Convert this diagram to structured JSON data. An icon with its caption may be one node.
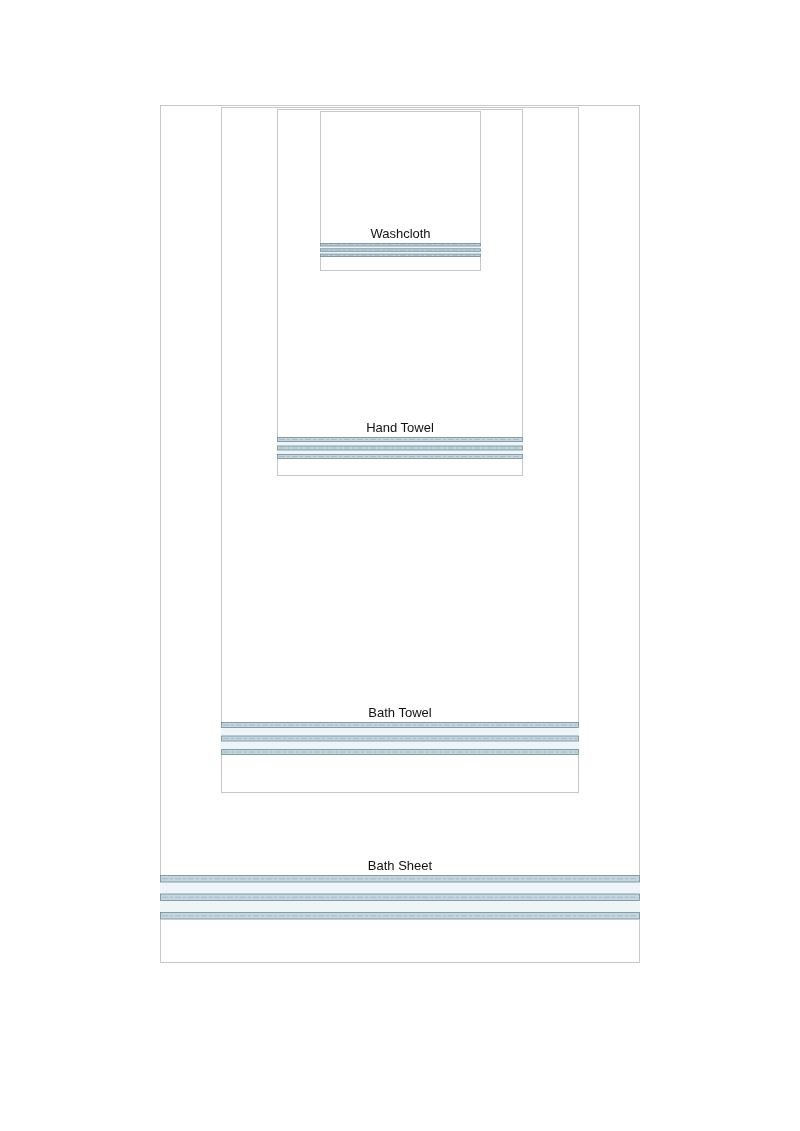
{
  "diagram": {
    "nodes": [
      {
        "text": [
          "Bath Sheet"
        ]
      },
      {
        "text": [
          "Bath Towel"
        ],
        "in": 0
      },
      {
        "text": [
          "Hand Towel"
        ],
        "in": 1
      },
      {
        "text": [
          "Washcloth"
        ],
        "in": 2
      }
    ]
  }
}
